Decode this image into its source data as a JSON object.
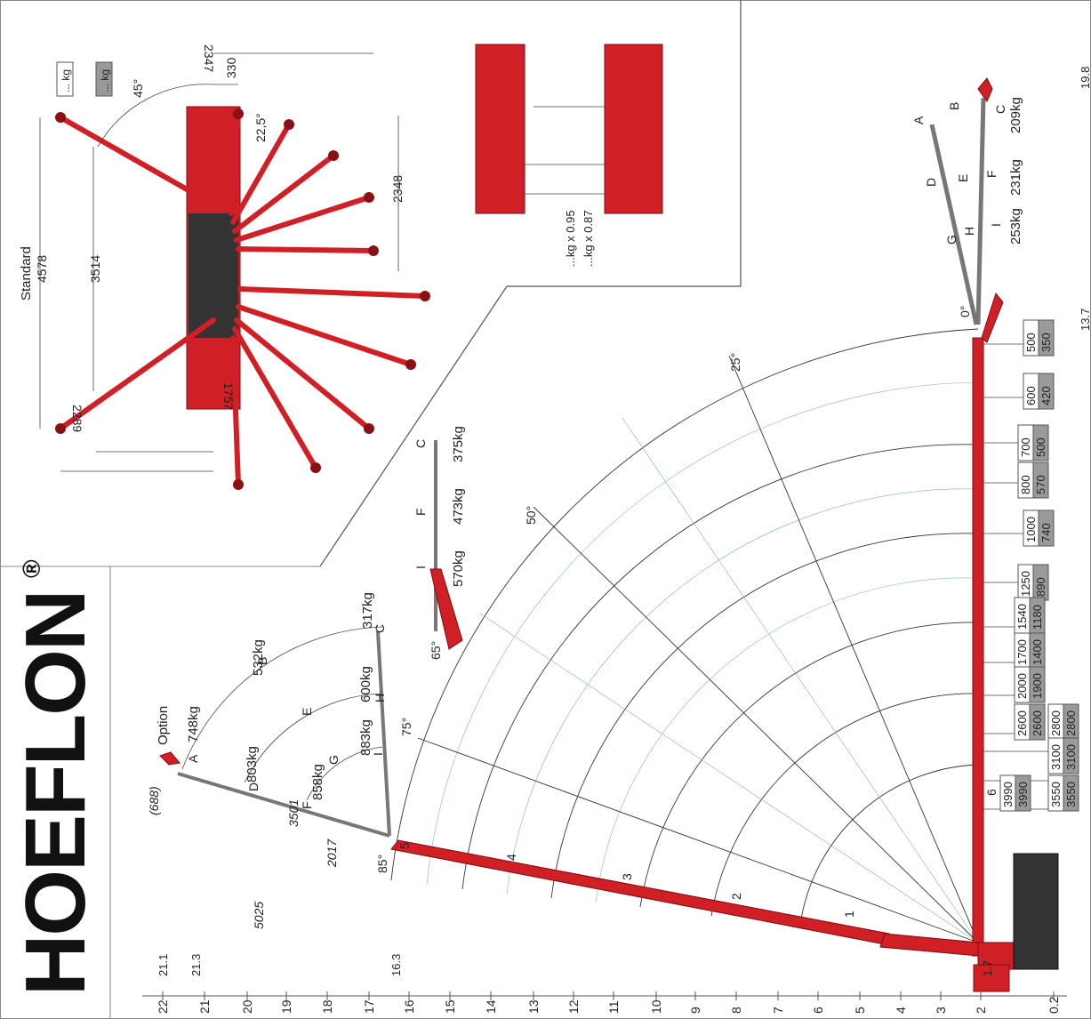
{
  "brand": {
    "name": "HOEFLON",
    "mark": "®"
  },
  "height_scale": {
    "values": [
      "22",
      "21",
      "20",
      "19",
      "18",
      "17",
      "16",
      "15",
      "14",
      "13",
      "12",
      "11",
      "10",
      "9",
      "8",
      "7",
      "6",
      "5",
      "4",
      "3",
      "2",
      "0.2"
    ],
    "markers": [
      "21.1",
      "21.3",
      "16.3",
      "1.7"
    ]
  },
  "radius_markers": [
    "19.8",
    "13.7"
  ],
  "angles": [
    "0°",
    "25°",
    "50°",
    "65°",
    "75°",
    "85°",
    "45°",
    "22,5°"
  ],
  "loads_table": [
    {
      "top": "500",
      "bottom": "350"
    },
    {
      "top": "600",
      "bottom": "420"
    },
    {
      "top": "700",
      "bottom": "500"
    },
    {
      "top": "800",
      "bottom": "570"
    },
    {
      "top": "1000",
      "bottom": "740"
    },
    {
      "top": "1250",
      "bottom": "890"
    },
    {
      "top": "1540",
      "bottom": "1180"
    },
    {
      "top": "1700",
      "bottom": "1400"
    },
    {
      "top": "2000",
      "bottom": "1900"
    },
    {
      "top": "2600",
      "bottom": "2600"
    },
    {
      "top": "2800",
      "bottom": "2800"
    },
    {
      "top": "3100",
      "bottom": "3100"
    },
    {
      "top": "3550",
      "bottom": "3550"
    },
    {
      "top": "3990",
      "bottom": "3990"
    }
  ],
  "boom_sections": [
    "1",
    "2",
    "3",
    "4",
    "5",
    "6"
  ],
  "jib_horizontal": {
    "letters": [
      "A",
      "B",
      "C",
      "D",
      "E",
      "F",
      "G",
      "H",
      "I"
    ],
    "loads": [
      "209kg",
      "231kg",
      "253kg"
    ]
  },
  "jib_mid": {
    "letters": [
      "C",
      "F",
      "I"
    ],
    "loads": [
      "375kg",
      "473kg",
      "570kg"
    ]
  },
  "jib_top": {
    "option": "Option",
    "letters": [
      "A",
      "B",
      "C",
      "D",
      "E",
      "F",
      "G",
      "H",
      "I"
    ],
    "loads": [
      "748kg",
      "532kg",
      "317kg",
      "803kg",
      "600kg",
      "858kg",
      "883kg"
    ],
    "dims": [
      "(688)",
      "5025",
      "3501",
      "2017"
    ]
  },
  "outrigger_view": {
    "standard": "Standard",
    "dims": [
      "4578",
      "3514",
      "1757",
      "2289",
      "2347",
      "330",
      "2348"
    ],
    "weight_boxes": [
      "... kg",
      "... kg"
    ]
  },
  "factors": [
    "...kg x 0.95",
    "...kg x 0.87"
  ]
}
